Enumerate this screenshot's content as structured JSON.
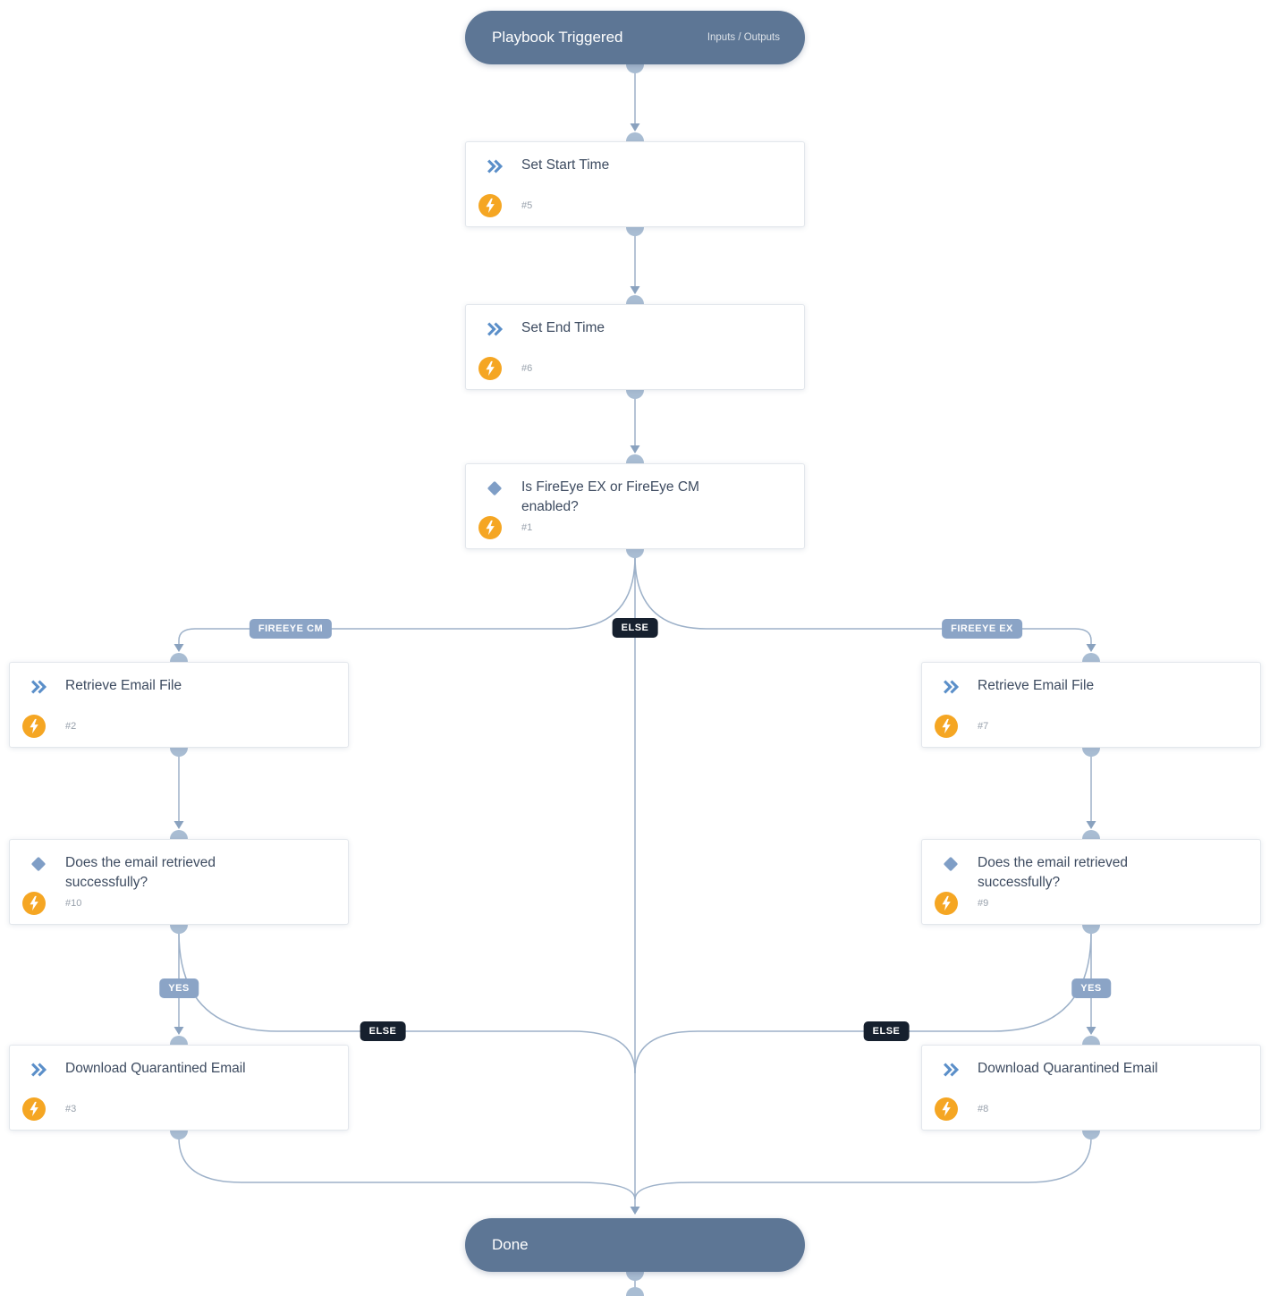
{
  "colors": {
    "pill_bg": "#5d7695",
    "line": "#9db1c9",
    "port": "#a9bdd3",
    "arrow": "#8aa2bf",
    "task_icon": "#5b8fc9",
    "condition_icon": "#7f9ec6",
    "bolt_bg": "#f5a623",
    "label_light_bg": "#8ba4c6",
    "label_dark_bg": "#16202e"
  },
  "start_node": {
    "title": "Playbook Triggered",
    "io_label": "Inputs / Outputs"
  },
  "end_node": {
    "title": "Done"
  },
  "nodes": {
    "set_start_time": {
      "type": "task",
      "title": "Set Start Time",
      "id": "#5"
    },
    "set_end_time": {
      "type": "task",
      "title": "Set End Time",
      "id": "#6"
    },
    "fireeye_condition": {
      "type": "condition",
      "title": "Is FireEye EX or FireEye CM enabled?",
      "id": "#1"
    },
    "retrieve_email_cm": {
      "type": "task",
      "title": "Retrieve Email File",
      "id": "#2"
    },
    "retrieved_check_cm": {
      "type": "condition",
      "title": "Does the email retrieved successfully?",
      "id": "#10"
    },
    "download_email_cm": {
      "type": "task",
      "title": "Download Quarantined Email",
      "id": "#3"
    },
    "retrieve_email_ex": {
      "type": "task",
      "title": "Retrieve Email File",
      "id": "#7"
    },
    "retrieved_check_ex": {
      "type": "condition",
      "title": "Does the email retrieved successfully?",
      "id": "#9"
    },
    "download_email_ex": {
      "type": "task",
      "title": "Download Quarantined Email",
      "id": "#8"
    }
  },
  "edge_labels": {
    "branch_fireeye_cm": "FIREEYE CM",
    "branch_else": "ELSE",
    "branch_fireeye_ex": "FIREEYE EX",
    "yes_cm": "YES",
    "else_cm": "ELSE",
    "yes_ex": "YES",
    "else_ex": "ELSE"
  }
}
